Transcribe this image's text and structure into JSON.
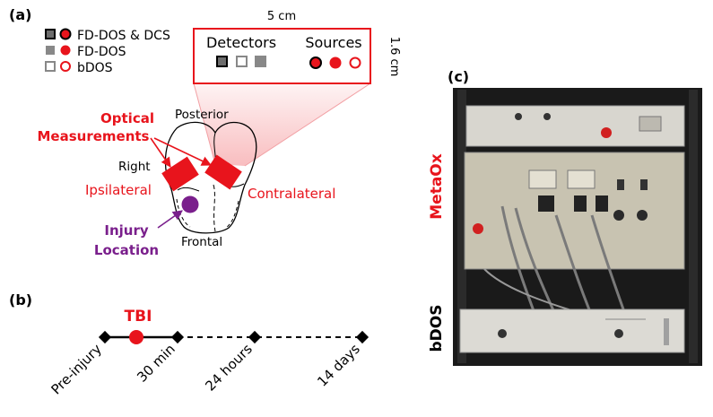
{
  "panel_a": {
    "label": "(a)",
    "legend": [
      {
        "text": "FD-DOS & DCS"
      },
      {
        "text": "FD-DOS"
      },
      {
        "text": "bDOS"
      }
    ],
    "probe": {
      "width_label": "5 cm",
      "height_label": "1.6 cm",
      "detectors_label": "Detectors",
      "sources_label": "Sources"
    },
    "head": {
      "posterior": "Posterior",
      "frontal": "Frontal",
      "right": "Right",
      "ipsilateral": "Ipsilateral",
      "contralateral": "Contralateral",
      "optical_line1": "Optical",
      "optical_line2": "Measurements",
      "injury_line1": "Injury",
      "injury_line2": "Location"
    }
  },
  "panel_b": {
    "label": "(b)",
    "event": "TBI",
    "timeline": [
      "Pre-injury",
      "30 min",
      "24 hours",
      "14 days"
    ]
  },
  "panel_c": {
    "label": "(c)",
    "metaox_label": "MetaOx",
    "bdos_label": "bDOS"
  },
  "colors": {
    "red": "#e8141c",
    "purple": "#7a1f8c",
    "dark_gray": "#6d6d6d",
    "mid_gray": "#888888"
  }
}
